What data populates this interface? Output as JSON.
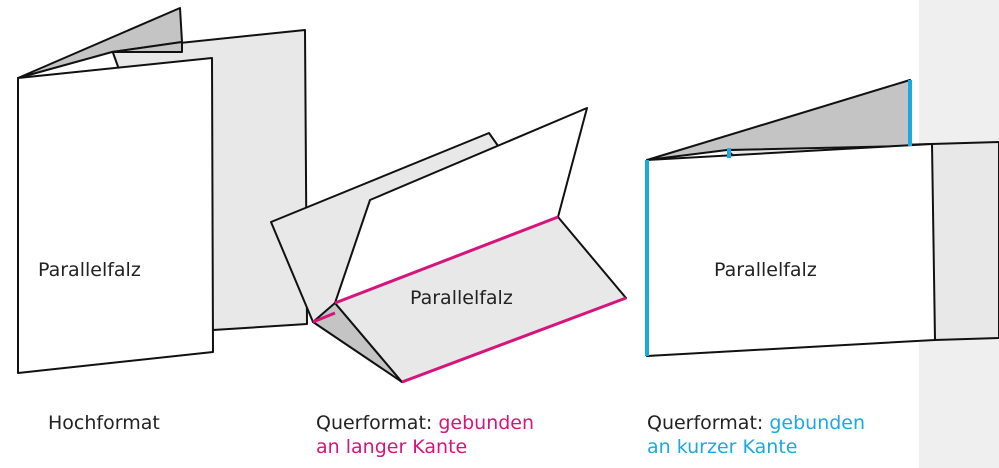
{
  "colors": {
    "background": "#ffffff",
    "sidebar": "#efefef",
    "panel_fill": "#e8e8e8",
    "gray_fill": "#c4c4c4",
    "outline": "#111111",
    "magenta": "#d6157c",
    "cyan": "#1ba9e1"
  },
  "figures": [
    {
      "icon": "portrait-parallel-fold-icon",
      "label": "Parallelfalz",
      "caption": {
        "prefix": "Hochformat",
        "accent_line1": "",
        "accent_line2": ""
      }
    },
    {
      "icon": "landscape-long-edge-parallel-fold-icon",
      "label": "Parallelfalz",
      "caption": {
        "prefix": "Querformat: ",
        "accent_line1": "gebunden",
        "accent_line2": "an langer Kante",
        "accent_color": "#d6157c"
      }
    },
    {
      "icon": "landscape-short-edge-parallel-fold-icon",
      "label": "Parallelfalz",
      "caption": {
        "prefix": "Querformat: ",
        "accent_line1": "gebunden",
        "accent_line2": "an kurzer Kante",
        "accent_color": "#1ba9e1"
      }
    }
  ]
}
